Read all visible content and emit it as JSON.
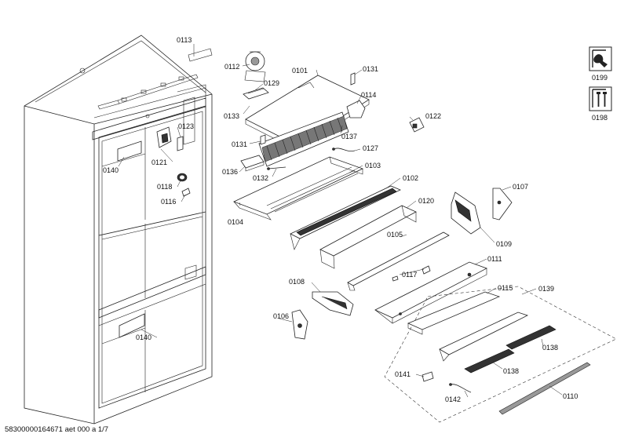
{
  "document_id": "58300000164671 aet 000 a 1/7",
  "labels": {
    "p0113": "0113",
    "p0112": "0112",
    "p0129": "0129",
    "p0101": "0101",
    "p0131a": "0131",
    "p0133": "0133",
    "p0114": "0114",
    "p0122": "0122",
    "p0123": "0123",
    "p0131b": "0131",
    "p0137": "0137",
    "p0127": "0127",
    "p0140a": "0140",
    "p0121": "0121",
    "p0136": "0136",
    "p0103": "0103",
    "p0118": "0118",
    "p0132": "0132",
    "p0102": "0102",
    "p0107": "0107",
    "p0116": "0116",
    "p0120": "0120",
    "p0104": "0104",
    "p0105": "0105",
    "p0109": "0109",
    "p0111": "0111",
    "p0117": "0117",
    "p0108": "0108",
    "p0115": "0115",
    "p0139": "0139",
    "p0106": "0106",
    "p0140b": "0140",
    "p0138a": "0138",
    "p0138b": "0138",
    "p0141": "0141",
    "p0110": "0110",
    "p0142": "0142",
    "p0199": "0199",
    "p0198": "0198"
  },
  "icons": {
    "fan_kit": "fan-tool-kit-icon",
    "screws_kit": "screws-kit-icon"
  }
}
